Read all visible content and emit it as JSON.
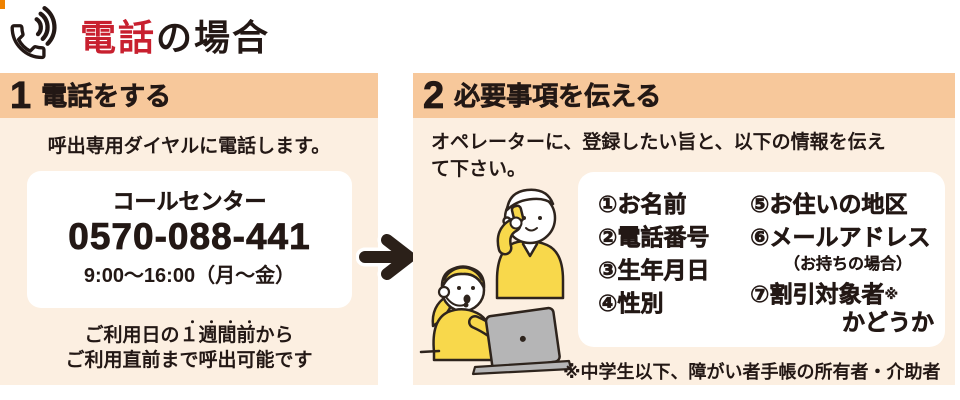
{
  "title": {
    "highlight": "電話",
    "rest": "の場合"
  },
  "icons": {
    "phone": "phone-receiver-with-sound-waves",
    "arrow": "→",
    "illustration": "elderly-caller-and-operator-with-laptop"
  },
  "colors": {
    "accent_red": "#c8202f",
    "header_peach": "#f7c89b",
    "panel_cream": "#fcefe1",
    "text_dark": "#231815",
    "illustration_yellow": "#f8d84b",
    "laptop_gray": "#b5b5b6"
  },
  "step1": {
    "number": "1",
    "heading": "電話をする",
    "lead": "呼出専用ダイヤルに電話します。",
    "call_center": {
      "label": "コールセンター",
      "phone_number": "0570-088-441",
      "hours": "9:00～16:00（月～金）"
    },
    "note": {
      "line1_pre": "ご利用日の",
      "line1_emph": "１週間前",
      "emph_dots": "・・・・",
      "line1_post": "から",
      "line2": "ご利用直前まで呼出可能です"
    }
  },
  "step2": {
    "number": "2",
    "heading": "必要事項を伝える",
    "lead": "オペレーターに、登録したい旨と、以下の情報を伝えて下さい。",
    "items_left": [
      "①お名前",
      "②電話番号",
      "③生年月日",
      "④性別"
    ],
    "items_right": [
      {
        "label": "⑤お住いの地区",
        "sup": "",
        "sub": ""
      },
      {
        "label": "⑥メールアドレス",
        "sup": "",
        "sub": "（お持ちの場合）"
      },
      {
        "label": "⑦割引対象者",
        "sup": "※",
        "sub": "かどうか"
      }
    ],
    "footnote": "※中学生以下、障がい者手帳の所有者・介助者"
  }
}
